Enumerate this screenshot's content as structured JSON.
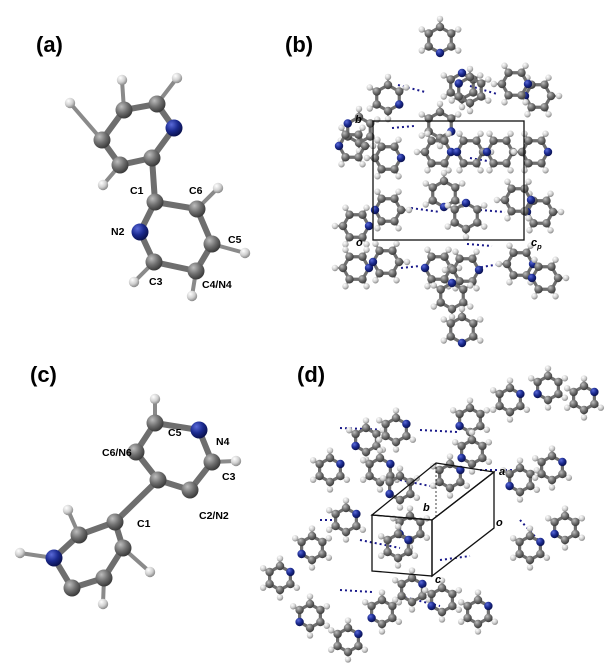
{
  "panels": {
    "a": {
      "label": "(a)",
      "atom_labels": {
        "c1": "C1",
        "c6": "C6",
        "n2": "N2",
        "c5": "C5",
        "c3": "C3",
        "c4n4": "C4/N4"
      }
    },
    "b": {
      "label": "(b)",
      "axes": {
        "b": "b",
        "o": "o",
        "c": "c",
        "p": "p"
      }
    },
    "c": {
      "label": "(c)",
      "atom_labels": {
        "c5": "C5",
        "n4": "N4",
        "c6n6": "C6/N6",
        "c3": "C3",
        "c1": "C1",
        "c2n2": "C2/N2"
      }
    },
    "d": {
      "label": "(d)",
      "axes": {
        "a": "a",
        "b": "b",
        "o": "o",
        "c": "c"
      }
    }
  },
  "colors": {
    "carbon": "#6f6f6f",
    "nitrogen": "#1b2a8f",
    "hydrogen": "#cfcfcf",
    "bond": "#6e6e6e",
    "hbond": "#1a1a8a"
  }
}
